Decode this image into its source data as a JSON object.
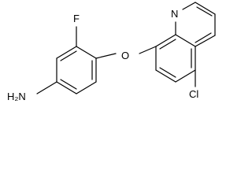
{
  "molecule": {
    "atoms": {
      "n_quinoline": "N",
      "o_ether": "O",
      "f_sub": "F",
      "cl_sub": "Cl",
      "amine": "H₂N"
    },
    "colors": {
      "bond": "#000000",
      "label": "#000000",
      "background": "#ffffff"
    }
  }
}
